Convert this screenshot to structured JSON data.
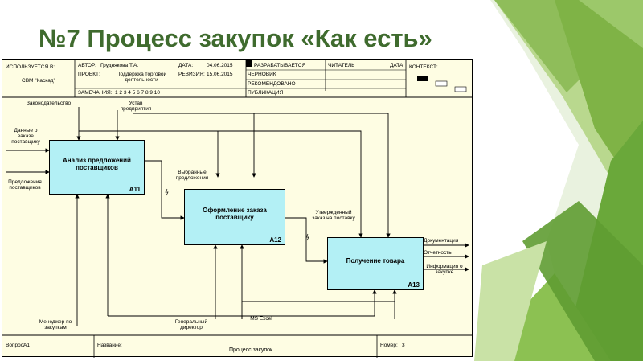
{
  "slide": {
    "title": "№7 Процесс закупок «Как есть»"
  },
  "header": {
    "used_at_label": "ИСПОЛЬЗУЕТСЯ В:",
    "used_at_value": "СВМ \"Каскад\"",
    "author_label": "АВТОР:",
    "author_value": "Груднякова Т.А.",
    "project_label": "ПРОЕКТ:",
    "project_value": "Поддержка торговой деятельности",
    "date_label": "ДАТА:",
    "date_value": "04.06.2015",
    "revision_label": "РЕВИЗИЯ:",
    "revision_value": "15.06.2015",
    "notes_label": "ЗАМЕЧАНИЯ:",
    "notes_numbers": "1 2 3 4 5 6 7 8 9 10",
    "status_working": "РАЗРАБАТЫВАЕТСЯ",
    "status_draft": "ЧЕРНОВИК",
    "status_recommended": "РЕКОМЕНДОВАНО",
    "status_publication": "ПУБЛИКАЦИЯ",
    "reader_label": "ЧИТАТЕЛЬ",
    "reader_date_label": "ДАТА",
    "context_label": "КОНТЕКСТ:"
  },
  "footer": {
    "node_label": "Вопрос:",
    "node_value": "А1",
    "name_label": "Название:",
    "name_value": "Процесс закупок",
    "number_label": "Номер:",
    "number_value": "3"
  },
  "boxes": [
    {
      "id": "A11",
      "label": "Анализ предложений поставщиков"
    },
    {
      "id": "A12",
      "label": "Оформление заказа поставщику"
    },
    {
      "id": "A13",
      "label": "Получение товара"
    }
  ],
  "arrows": {
    "legislation": "Законодательство",
    "charter": "Устав предприятия",
    "order_data": "Данные о заказе поставщику",
    "supplier_offers": "Предложения поставщиков",
    "selected_offers": "Выбранные предложения",
    "approved_order": "Утвержденный заказ на поставку",
    "documentation": "Документация",
    "reporting": "Отчетность",
    "purchase_info": "Информация о закупке",
    "purchase_manager": "Менеджер по закупкам",
    "general_director": "Генеральный директор",
    "ms_excel": "MS Excel"
  },
  "colors": {
    "title": "#3f6b2e",
    "sheet": "#fefde3",
    "box_fill": "#b3f0f5",
    "deco_green": "#6aa83a"
  }
}
